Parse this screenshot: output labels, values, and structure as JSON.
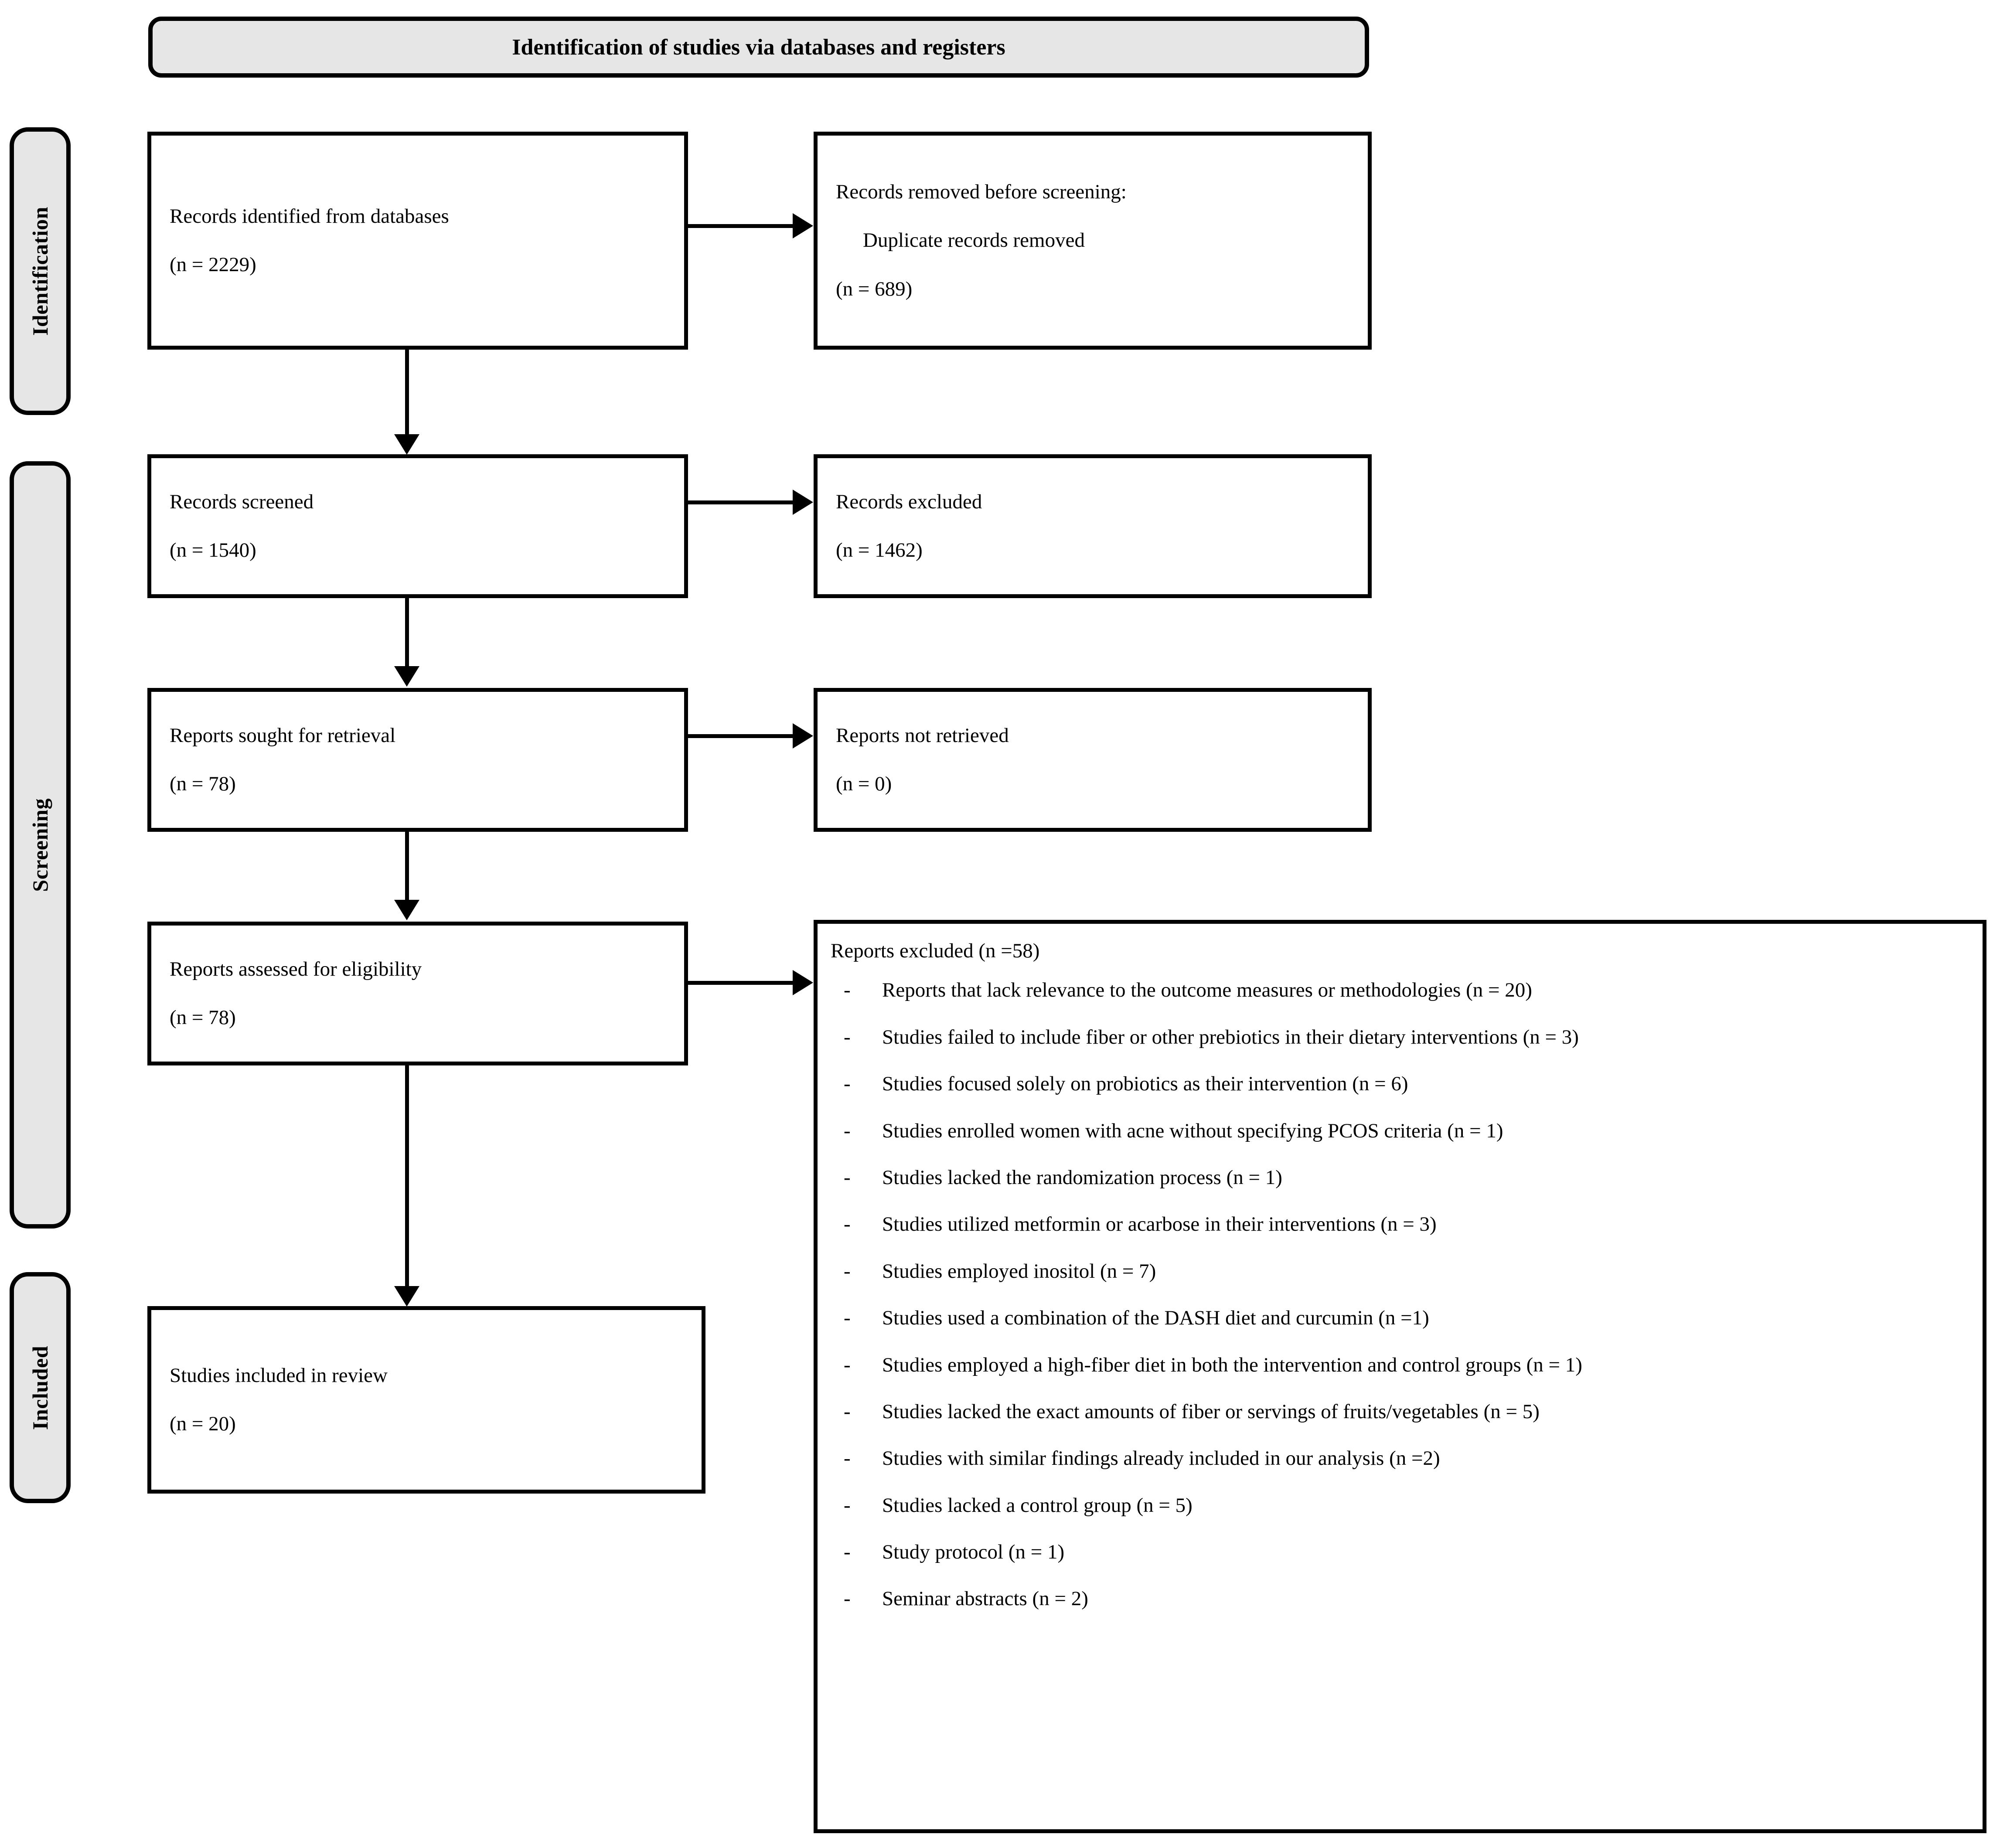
{
  "header": {
    "title": "Identification of studies via databases and registers"
  },
  "phases": [
    {
      "id": "identification",
      "label": "Identification"
    },
    {
      "id": "screening",
      "label": "Screening"
    },
    {
      "id": "included",
      "label": "Included"
    }
  ],
  "boxes": {
    "records_identified": {
      "line1": "Records identified from databases",
      "line2": "(n = 2229)"
    },
    "records_removed": {
      "line1": "Records removed before screening:",
      "line2": "Duplicate records removed",
      "line3": "(n = 689)"
    },
    "records_screened": {
      "line1": "Records screened",
      "line2": "(n = 1540)"
    },
    "records_excluded": {
      "line1": "Records excluded",
      "line2": "(n = 1462)"
    },
    "reports_sought": {
      "line1": "Reports sought for retrieval",
      "line2": "(n = 78)"
    },
    "reports_not_retrieved": {
      "line1": "Reports not retrieved",
      "line2": "(n = 0)"
    },
    "reports_assessed": {
      "line1": "Reports assessed for eligibility",
      "line2": "(n = 78)"
    },
    "studies_included": {
      "line1": "Studies included in review",
      "line2": "(n = 20)"
    }
  },
  "reports_excluded": {
    "title": "Reports excluded (n =58)",
    "bullet": "-",
    "items": [
      "Reports that lack relevance to the outcome measures or methodologies (n = 20)",
      "Studies failed to include fiber or other prebiotics in their dietary interventions (n = 3)",
      "Studies focused solely on probiotics as their intervention (n = 6)",
      "Studies enrolled women with acne without specifying PCOS criteria (n = 1)",
      "Studies lacked the randomization process (n = 1)",
      "Studies utilized metformin or acarbose in their interventions (n = 3)",
      "Studies employed inositol (n = 7)",
      "Studies used a combination of the DASH diet and curcumin (n =1)",
      "Studies employed a high-fiber diet in both the intervention and control groups (n = 1)",
      "Studies lacked the exact amounts of fiber or servings of fruits/vegetables (n = 5)",
      "Studies with similar findings already included in our analysis (n =2)",
      "Studies lacked a control group (n = 5)",
      "Study protocol (n = 1)",
      "Seminar abstracts (n = 2)"
    ]
  },
  "colors": {
    "phase_fill": "#e6e6e6",
    "banner_fill": "#e6e6e6",
    "stroke": "#000000",
    "box_fill": "#ffffff"
  }
}
